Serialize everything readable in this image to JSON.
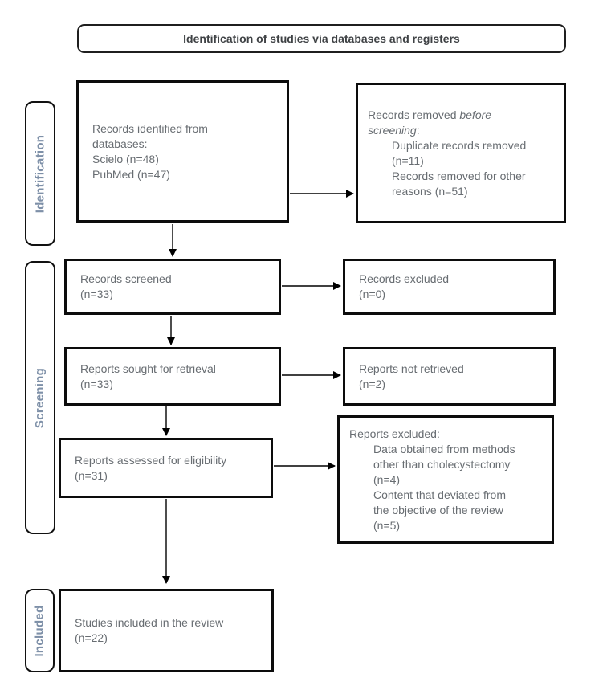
{
  "title": "Identification of studies via databases and registers",
  "stages": [
    {
      "label": "Identification"
    },
    {
      "label": "Screening"
    },
    {
      "label": "Included"
    }
  ],
  "boxes": {
    "identified": {
      "lines": [
        "Records identified from",
        "databases:",
        "Scielo (n=48)",
        "PubMed (n=47)"
      ]
    },
    "removed": {
      "line1_normal": "Records removed ",
      "line1_italic": "before",
      "line2_italic": "screening",
      "line2_colon": ":",
      "detail_lines": [
        "Duplicate records removed",
        "(n=11)",
        "Records removed for other",
        "reasons (n=51)"
      ]
    },
    "screened": {
      "lines": [
        "Records screened",
        "(n=33)"
      ]
    },
    "excluded": {
      "lines": [
        "Records excluded",
        "(n=0)"
      ]
    },
    "sought": {
      "lines": [
        "Reports sought for retrieval",
        "(n=33)"
      ]
    },
    "not_retrieved": {
      "lines": [
        "Reports not retrieved",
        "(n=2)"
      ]
    },
    "assessed": {
      "lines": [
        "Reports assessed for eligibility",
        "(n=31)"
      ]
    },
    "reports_excluded": {
      "header": "Reports excluded:",
      "detail_lines": [
        "Data obtained from methods",
        "other than cholecystectomy",
        "(n=4)",
        "Content that deviated from",
        "the objective of the review",
        "(n=5)"
      ]
    },
    "included": {
      "lines": [
        "Studies included in the review",
        "(n=22)"
      ]
    }
  },
  "colors": {
    "box_border": "#0c0c0c",
    "body_text": "#686d72",
    "stage_label_text": "#7e90a8",
    "title_text": "#3f4245",
    "background": "#ffffff"
  }
}
